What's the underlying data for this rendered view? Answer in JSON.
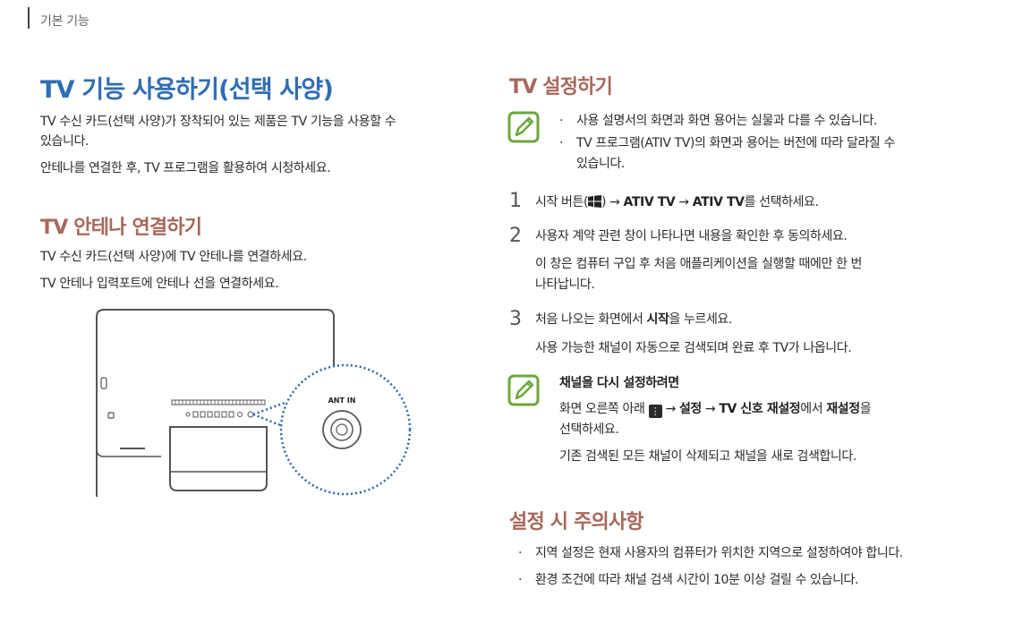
{
  "header": {
    "section": "기본 기능"
  },
  "left": {
    "title": "TV 기능 사용하기(선택 사양)",
    "intro1": "TV 수신 카드(선택 사양)가 장착되어 있는 제품은 TV 기능을 사용할 수",
    "intro1b": "있습니다.",
    "intro2": "안테나를 연결한 후, TV 프로그램을 활용하여 시청하세요.",
    "antenna_heading": "TV 안테나 연결하기",
    "antenna1": "TV 수신 카드(선택 사양)에 TV 안테나를 연결하세요.",
    "antenna2": "TV 안테나 입력포트에 안테나 선을 연결하세요.",
    "figure_label": "ANT IN"
  },
  "right": {
    "setup_heading": "TV 설정하기",
    "notes": [
      "사용 설명서의 화면과 화면 용어는 실물과 다를 수 있습니다.",
      "TV 프로그램(ATIV TV)의 화면과 용어는 버전에 따라 달라질 수",
      "있습니다."
    ],
    "steps": [
      {
        "num": "1",
        "a": "시작 버튼(",
        "b": ") → ",
        "c": "ATIV TV",
        "d": " → ",
        "e": "ATIV TV",
        "f": "를 선택하세요."
      },
      {
        "num": "2",
        "line": "사용자 계약 관련 창이 나타나면 내용을 확인한 후 동의하세요.",
        "sub1": "이 창은 컴퓨터 구입 후 처음 애플리케이션을 실행할 때에만 한 번",
        "sub2": "나타납니다."
      },
      {
        "num": "3",
        "a": "처음 나오는 화면에서 ",
        "b": "시작",
        "c": "을 누르세요.",
        "sub": "사용 가능한 채널이 자동으로 검색되며 완료 후 TV가 나옵니다."
      }
    ],
    "reset": {
      "title": "채널을 다시 설정하려면",
      "a": "화면 오른쪽 아래 ",
      "b": " → ",
      "c": "설정",
      "d": " → ",
      "e": "TV 신호 재설정",
      "f": "에서 ",
      "g": "재설정",
      "h": "을",
      "line2": "선택하세요.",
      "line3": "기존 검색된 모든 채널이 삭제되고 채널을 새로 검색합니다."
    },
    "caution_heading": "설정 시 주의사항",
    "cautions": [
      "지역 설정은 현재 사용자의 컴퓨터가 위치한 지역으로 설정하여야 합니다.",
      "환경 조건에 따라 채널 검색 시간이 10분 이상 걸릴 수 있습니다."
    ]
  },
  "colors": {
    "title_blue": "#2f6db5",
    "heading_brown": "#a8675a",
    "note_green": "#6aa83a",
    "dotted_blue": "#2a66a8"
  },
  "icons": {
    "note": "pencil-note-icon",
    "windows": "windows-logo-icon",
    "menu": "menu-dots-icon"
  }
}
